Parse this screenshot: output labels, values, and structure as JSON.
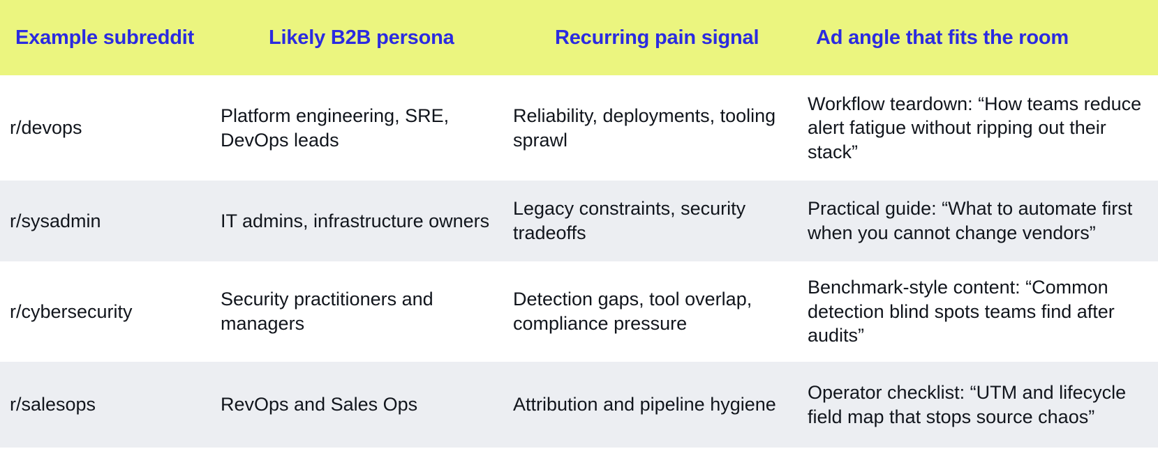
{
  "table": {
    "columns": [
      "Example subreddit",
      "Likely B2B persona",
      "Recurring pain signal",
      "Ad angle that fits the room"
    ],
    "rows": [
      {
        "subreddit": "r/devops",
        "persona": "Platform engineering, SRE, DevOps leads",
        "pain": "Reliability, deployments, tooling sprawl",
        "angle": "Workflow teardown: “How teams reduce alert fatigue without ripping out their stack”"
      },
      {
        "subreddit": "r/sysadmin",
        "persona": "IT admins, infrastructure owners",
        "pain": "Legacy constraints, security tradeoffs",
        "angle": "Practical guide: “What to automate first when you cannot change vendors”"
      },
      {
        "subreddit": "r/cybersecurity",
        "persona": "Security practitioners and managers",
        "pain": "Detection gaps, tool overlap, compliance pressure",
        "angle": "Benchmark-style content: “Common detection blind spots teams find after audits”"
      },
      {
        "subreddit": "r/salesops",
        "persona": "RevOps and Sales Ops",
        "pain": "Attribution and pipeline hygiene",
        "angle": "Operator checklist: “UTM and lifecycle field map that stops source chaos”"
      }
    ]
  },
  "colors": {
    "header_background": "#EBF57F",
    "header_text": "#2B2BE0",
    "row_shaded_background": "#ECEEF2",
    "row_white_background": "#FFFFFF",
    "body_text": "#11151C"
  }
}
